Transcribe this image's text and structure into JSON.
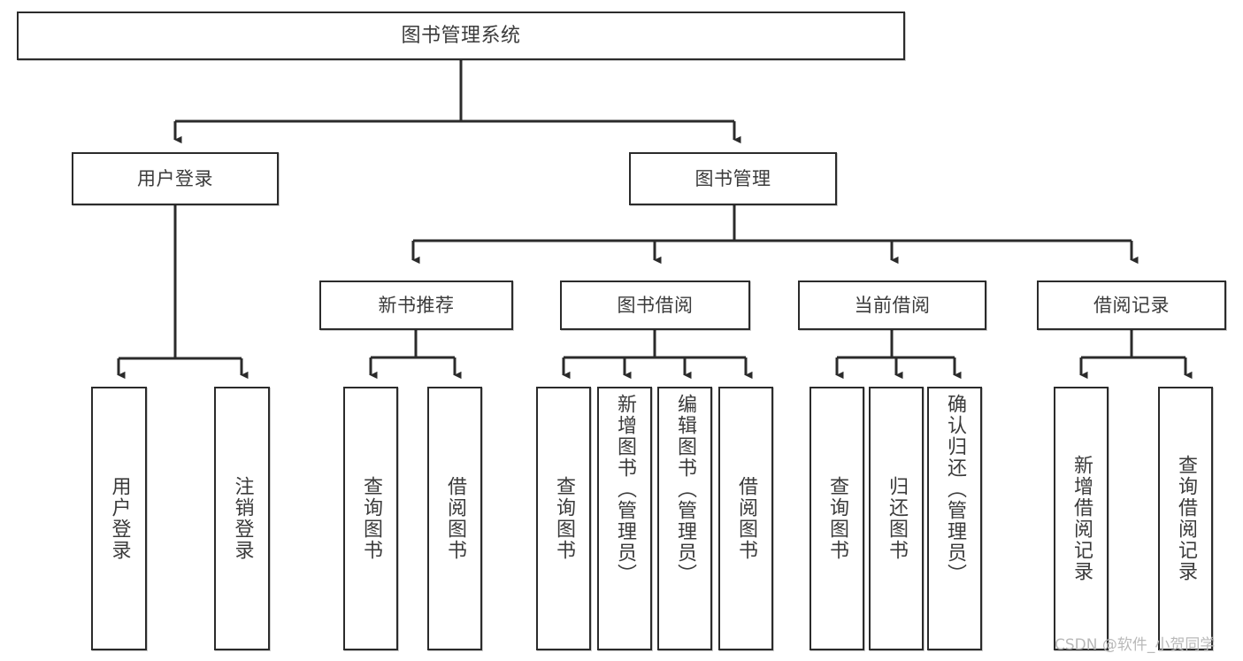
{
  "diagram": {
    "title": "图书管理系统",
    "type": "tree",
    "watermark": "CSDN @软件_小贺同学",
    "colors": {
      "border": "#2b2b2b",
      "text": "#3b3b3b",
      "background": "#ffffff",
      "connector": "#2b2b2b",
      "watermark": "#b9b9b9"
    },
    "root": {
      "label": "图书管理系统"
    },
    "level2": [
      {
        "label": "用户登录"
      },
      {
        "label": "图书管理"
      }
    ],
    "level3": [
      {
        "label": "新书推荐"
      },
      {
        "label": "图书借阅"
      },
      {
        "label": "当前借阅"
      },
      {
        "label": "借阅记录"
      }
    ],
    "leaves": {
      "user_login": [
        {
          "label": "用户登录"
        },
        {
          "label": "注销登录"
        }
      ],
      "new_book": [
        {
          "label": "查询图书"
        },
        {
          "label": "借阅图书"
        }
      ],
      "borrow_book": [
        {
          "label": "查询图书"
        },
        {
          "label": "新增图书（管理员）"
        },
        {
          "label": "编辑图书（管理员）"
        },
        {
          "label": "借阅图书"
        }
      ],
      "current_borrow": [
        {
          "label": "查询图书"
        },
        {
          "label": "归还图书"
        },
        {
          "label": "确认归还（管理员）"
        }
      ],
      "borrow_record": [
        {
          "label": "新增借阅记录"
        },
        {
          "label": "查询借阅记录"
        }
      ]
    }
  }
}
